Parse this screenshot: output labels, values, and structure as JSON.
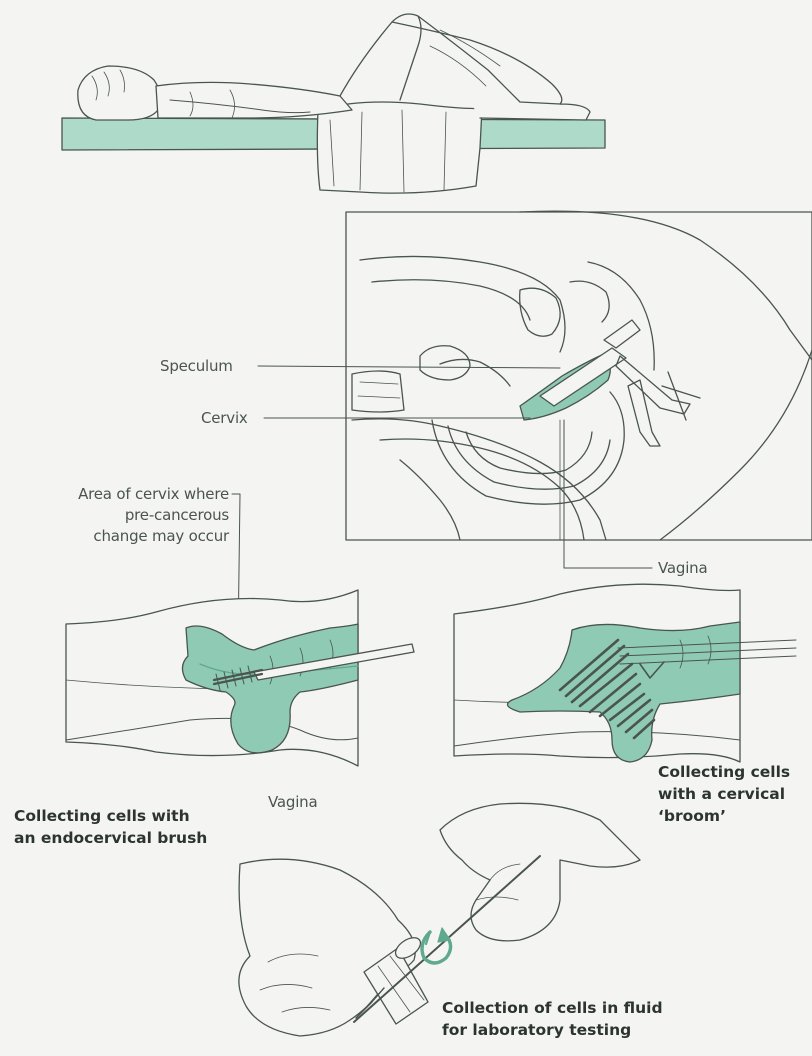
{
  "labels": {
    "speculum": "Speculum",
    "cervix": "Cervix",
    "area_line1": "Area of cervix where",
    "area_line2": "pre-cancerous",
    "area_line3": "change may occur",
    "vagina_top": "Vagina",
    "vagina_left": "Vagina",
    "brush_caption_line1": "Collecting cells with",
    "brush_caption_line2": "an endocervical brush",
    "broom_caption_line1": "Collecting cells",
    "broom_caption_line2": "with a cervical",
    "broom_caption_line3": "‘broom’",
    "fluid_caption_line1": "Collection of cells in fluid",
    "fluid_caption_line2": "for laboratory testing"
  },
  "colors": {
    "tissue_green": "#8fcbb4",
    "tissue_green_dark": "#5fa98c",
    "table_green": "#aedbc9",
    "line": "#4a5450",
    "background": "#f4f5f2"
  }
}
